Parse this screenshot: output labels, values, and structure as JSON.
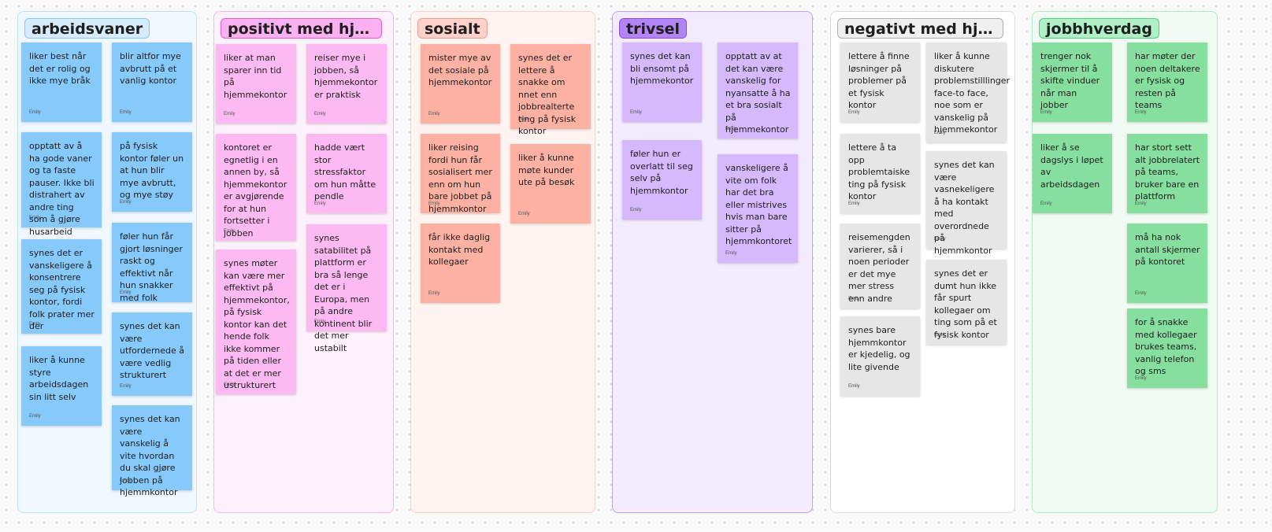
{
  "sections": [
    {
      "title": "arbeidsvaner",
      "colors": {
        "fill": "#f0f8fe",
        "border": "#bfe2fb",
        "tag_bg": "#d6ecfd",
        "tag_border": "#86c6f5"
      },
      "columns": [
        [
          {
            "text": "liker best når det er rolig og ikke mye bråk",
            "author": "Emily",
            "h": 101
          },
          {
            "text": "opptatt av å ha gode vaner og ta faste pauser. Ikke bli distrahert av andre ting som å gjøre husarbeid",
            "author": "Emily",
            "h": 121
          },
          {
            "text": "synes det er vanskeligere å konsentrere seg på fysisk kontor, fordi folk prater mer der",
            "author": "Emily",
            "h": 120
          },
          {
            "text": "liker å kunne styre arbeidsdagen sin litt selv",
            "author": "Emily",
            "h": 101
          }
        ],
        [
          {
            "text": "blir altfor mye avbrutt på et vanlig kontor",
            "author": "Emily",
            "h": 101
          },
          {
            "text": "på fysisk kontor føler un at hun blir mye avbrutt, og mye støy",
            "author": "Emily",
            "h": 101
          },
          {
            "text": "føler hun får gjort løsninger raskt og effektivt når hun snakker med folk",
            "author": "Emily",
            "h": 101
          },
          {
            "text": "synes det kan være utfordernede å være vedlig strukturert",
            "author": "Emily",
            "h": 106
          },
          {
            "text": "synes det kan være vanskelig å vite hvordan du skal gjøre jobben på hjemmkontor",
            "author": "Emily",
            "h": 108
          }
        ]
      ]
    },
    {
      "title": "positivt med hjemmekontor",
      "colors": {
        "fill": "#fdf1fb",
        "border": "#f5b5ec",
        "tag_bg": "#fbb0f1",
        "tag_border": "#e45fd2"
      },
      "columns": [
        [
          {
            "text": "liker at man sparer inn tid på hjemmekontor",
            "author": "Emily",
            "h": 101
          },
          {
            "text": "kontoret er egnetlig i en annen by, så hjemmekontor er avgjørende for at hun fortsetter i jobben",
            "author": "Emily",
            "h": 136
          },
          {
            "text": "synes møter kan være mer effektivt på hjemmekontor, på fysisk kontor kan det hende  folk ikke kommer på tiden eller at det er mer ustrukturert",
            "author": "Emily",
            "h": 184
          }
        ],
        [
          {
            "text": "reiser mye i jobben, så hjemmekontor er praktisk",
            "author": "Emily",
            "h": 101
          },
          {
            "text": "hadde vært stor stressfaktor om hun måtte pendle",
            "author": "Emily",
            "h": 101
          },
          {
            "text": "synes satabilitet på plattform er bra så lenge det er i Europa, men på andre kontinent blir det mer ustabilt",
            "author": "Emily",
            "h": 136
          }
        ]
      ]
    },
    {
      "title": "sosialt",
      "colors": {
        "fill": "#fef5f3",
        "border": "#fbcfc8",
        "tag_bg": "#fdd0c9",
        "tag_border": "#f09c8e"
      },
      "columns": [
        [
          {
            "text": "mister mye av det sosiale på hjemmekontor",
            "author": "Emily",
            "h": 101
          },
          {
            "text": "liker reising fordi hun får sosialisert mer enn om hun bare jobbet på hjemmkontor",
            "author": "Emily",
            "h": 101
          },
          {
            "text": "får ikke daglig kontakt med kollegaer",
            "author": "Emily",
            "h": 101
          }
        ],
        [
          {
            "text": "synes det er lettere å snakke om nnet enn jobbrealterte ting på fysisk kontor",
            "author": "Emily",
            "h": 108
          },
          {
            "text": "liker å kunne møte kunder ute på besøk",
            "author": "Emily",
            "h": 101
          }
        ]
      ]
    },
    {
      "title": "trivsel",
      "colors": {
        "fill": "#f3ebfe",
        "border": "#c4a0f5",
        "tag_bg": "#b384f5",
        "tag_border": "#8a4fe0"
      },
      "columns": [
        [
          {
            "text": "synes det kan bli ensomt på hjemmekontor",
            "author": "Emily",
            "h": 101
          },
          {
            "text": "føler hun er overlatt til seg selv på hjemmkontor",
            "author": "Emily",
            "h": 101
          }
        ],
        [
          {
            "text": "opptatt av at det kan være vanskelig for nyansatte å ha et bra sosialt på hjemmekontor",
            "author": "Emily",
            "h": 122
          },
          {
            "text": "vanskeligere å vite om folk har det bra eller mistrives hvis man bare sitter på hjemmkontoret",
            "author": "Emily",
            "h": 138
          }
        ]
      ]
    },
    {
      "title": "negativt med hjemmekontor",
      "colors": {
        "fill": "#ffffff",
        "border": "#dddddd",
        "tag_bg": "#efefef",
        "tag_border": "#b0b0b0"
      },
      "columns": [
        [
          {
            "text": "lettere å finne løsninger på problemer på et fysisk kontor",
            "author": "Emily",
            "h": 101
          },
          {
            "text": "lettere å ta opp problemtaiske ting på fysisk kontor",
            "author": "Emily",
            "h": 101
          },
          {
            "text": "reisemengden varierer, så i noen perioder er det mye mer stress enn andre",
            "author": "Emily",
            "h": 108
          },
          {
            "text": "synes bare hjemmkontor er kjedelig, og lite givende",
            "author": "Emily",
            "h": 101
          }
        ],
        [
          {
            "text": "liker å kunne diskutere problemstilllinger face-to face, noe som er vanskelig på hjemmekontor",
            "author": "Emily",
            "h": 127
          },
          {
            "text": "synes det kan være vasnekeligere å ha kontakt med overordnede på hjemmkontor",
            "author": "Emily",
            "h": 124
          },
          {
            "text": "synes det er dumt hun ikke får spurt kollegaer om ting som på et fysisk kontor",
            "author": "Emily",
            "h": 108
          }
        ]
      ]
    },
    {
      "title": "jobbhverdag",
      "colors": {
        "fill": "#f1fbf4",
        "border": "#b5ebc7",
        "tag_bg": "#b1f0c7",
        "tag_border": "#4ecf79"
      },
      "columns": [
        [
          {
            "text": "trenger nok skjermer til å skifte vinduer når man jobber",
            "author": "Emily",
            "h": 101
          },
          {
            "text": "liker å se dagslys i løpet av arbeidsdagen",
            "author": "Emily",
            "h": 101
          }
        ],
        [
          {
            "text": "har møter der noen deltakere er fysisk og resten på teams",
            "author": "Emily",
            "h": 101
          },
          {
            "text": "har stort sett alt jobbrelatert på teams, bruker bare en plattform",
            "author": "Emily",
            "h": 101
          },
          {
            "text": "må ha nok antall skjermer på kontoret",
            "author": "Emily",
            "h": 101
          },
          {
            "text": "for å snakke med kollegaer brukes teams, vanlig telefon og sms",
            "author": "Emily",
            "h": 101
          }
        ]
      ]
    }
  ],
  "colors": {
    "sticky_blue": "#86c9fb",
    "sticky_pink": "#fdbaf2",
    "sticky_salmon": "#fcb1a3",
    "sticky_purple": "#d6b9fc",
    "sticky_gray": "#e6e6e6",
    "sticky_green": "#86df9e"
  }
}
